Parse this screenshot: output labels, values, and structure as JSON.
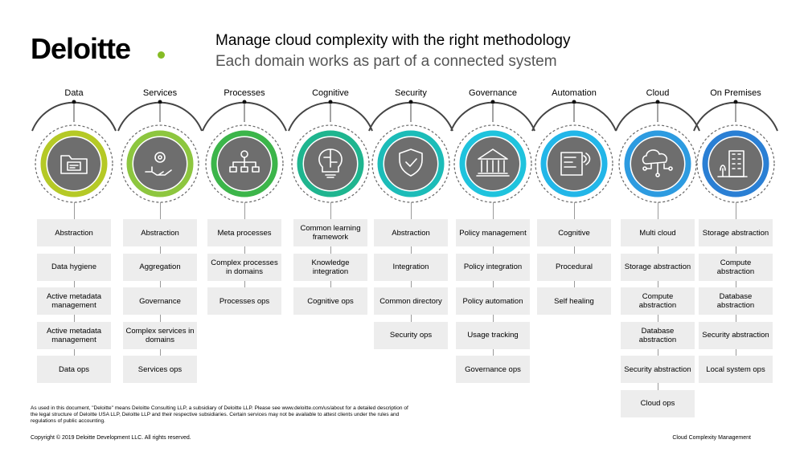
{
  "brand": {
    "name": "Deloitte",
    "dot_color": "#86bc25"
  },
  "header": {
    "title": "Manage cloud complexity with the right methodology",
    "subtitle": "Each domain works as part of a connected system"
  },
  "domains": [
    {
      "label": "Data",
      "icon": "folder-icon",
      "color": "#b5c926",
      "items": [
        "Abstraction",
        "Data hygiene",
        "Active metadata management",
        "Active metadata management",
        "Data ops"
      ]
    },
    {
      "label": "Services",
      "icon": "hand-gear-icon",
      "color": "#8dc63f",
      "items": [
        "Abstraction",
        "Aggregation",
        "Governance",
        "Complex services in domains",
        "Services ops"
      ]
    },
    {
      "label": "Processes",
      "icon": "process-network-icon",
      "color": "#3cb54a",
      "items": [
        "Meta processes",
        "Complex processes in domains",
        "Processes ops"
      ]
    },
    {
      "label": "Cognitive",
      "icon": "brain-bulb-icon",
      "color": "#1fb58f",
      "items": [
        "Common learning framework",
        "Knowledge integration",
        "Cognitive ops"
      ]
    },
    {
      "label": "Security",
      "icon": "shield-check-icon",
      "color": "#1cbcb8",
      "items": [
        "Abstraction",
        "Integration",
        "Common directory",
        "Security ops"
      ]
    },
    {
      "label": "Governance",
      "icon": "institution-icon",
      "color": "#1fc3dd",
      "items": [
        "Policy management",
        "Policy integration",
        "Policy automation",
        "Usage tracking",
        "Governance ops"
      ]
    },
    {
      "label": "Automation",
      "icon": "robot-device-icon",
      "color": "#22b6e8",
      "items": [
        "Cognitive",
        "Procedural",
        "Self healing"
      ]
    },
    {
      "label": "Cloud",
      "icon": "cloud-network-icon",
      "color": "#2d9be0",
      "items": [
        "Multi cloud",
        "Storage abstraction",
        "Compute abstraction",
        "Database abstraction",
        "Security abstraction",
        "Cloud ops"
      ]
    },
    {
      "label": "On Premises",
      "icon": "building-icon",
      "color": "#2a7fd4",
      "items": [
        "Storage abstraction",
        "Compute abstraction",
        "Database abstraction",
        "Security abstraction",
        "Local system ops"
      ]
    }
  ],
  "footer": {
    "disclaimer": "As used in this document, \"Deloitte\" means Deloitte Consulting LLP, a subsidiary of Deloitte LLP. Please see www.deloitte.com/us/about for a detailed description of the legal structure of Deloitte USA LLP, Deloitte LLP and their respective subsidiaries. Certain services may not be available to attest clients under the rules and regulations of public accounting.",
    "copyright": "Copyright © 2019 Deloitte Development LLC. All rights reserved.",
    "right_label": "Cloud Complexity Management"
  }
}
